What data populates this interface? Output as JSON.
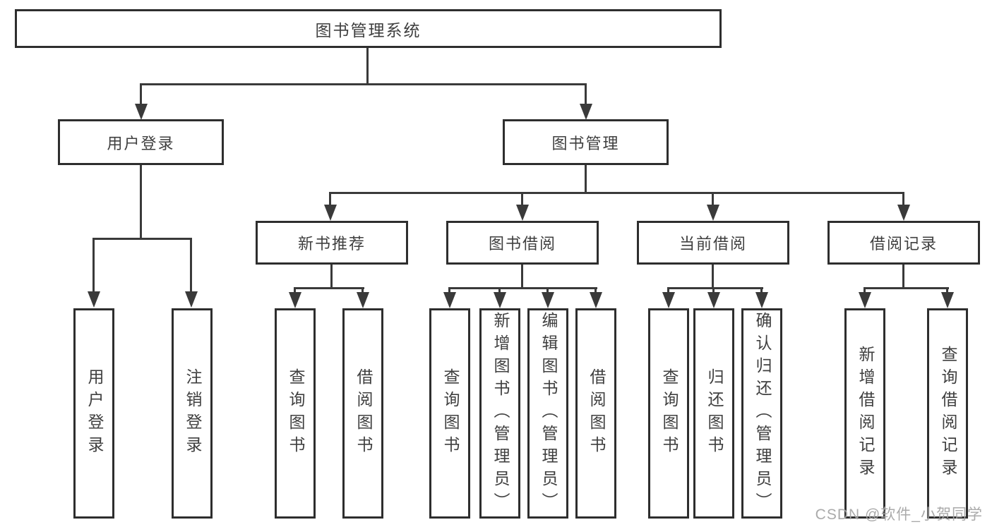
{
  "tree": {
    "root": "图书管理系统",
    "children": [
      {
        "label": "用户登录",
        "children": [
          "用户登录",
          "注销登录"
        ]
      },
      {
        "label": "图书管理",
        "children": [
          {
            "label": "新书推荐",
            "children": [
              "查询图书",
              "借阅图书"
            ]
          },
          {
            "label": "图书借阅",
            "children": [
              "查询图书",
              "新增图书（管理员）",
              "编辑图书（管理员）",
              "借阅图书"
            ]
          },
          {
            "label": "当前借阅",
            "children": [
              "查询图书",
              "归还图书",
              "确认归还（管理员）"
            ]
          },
          {
            "label": "借阅记录",
            "children": [
              "新增借阅记录",
              "查询借阅记录"
            ]
          }
        ]
      }
    ]
  },
  "watermark": "CSDN @软件_小贺同学",
  "colors": {
    "line": "#3a3a3a",
    "box_border": "#2e2e2e",
    "text": "#3f3f3f",
    "watermark": "#a5a5a5"
  }
}
